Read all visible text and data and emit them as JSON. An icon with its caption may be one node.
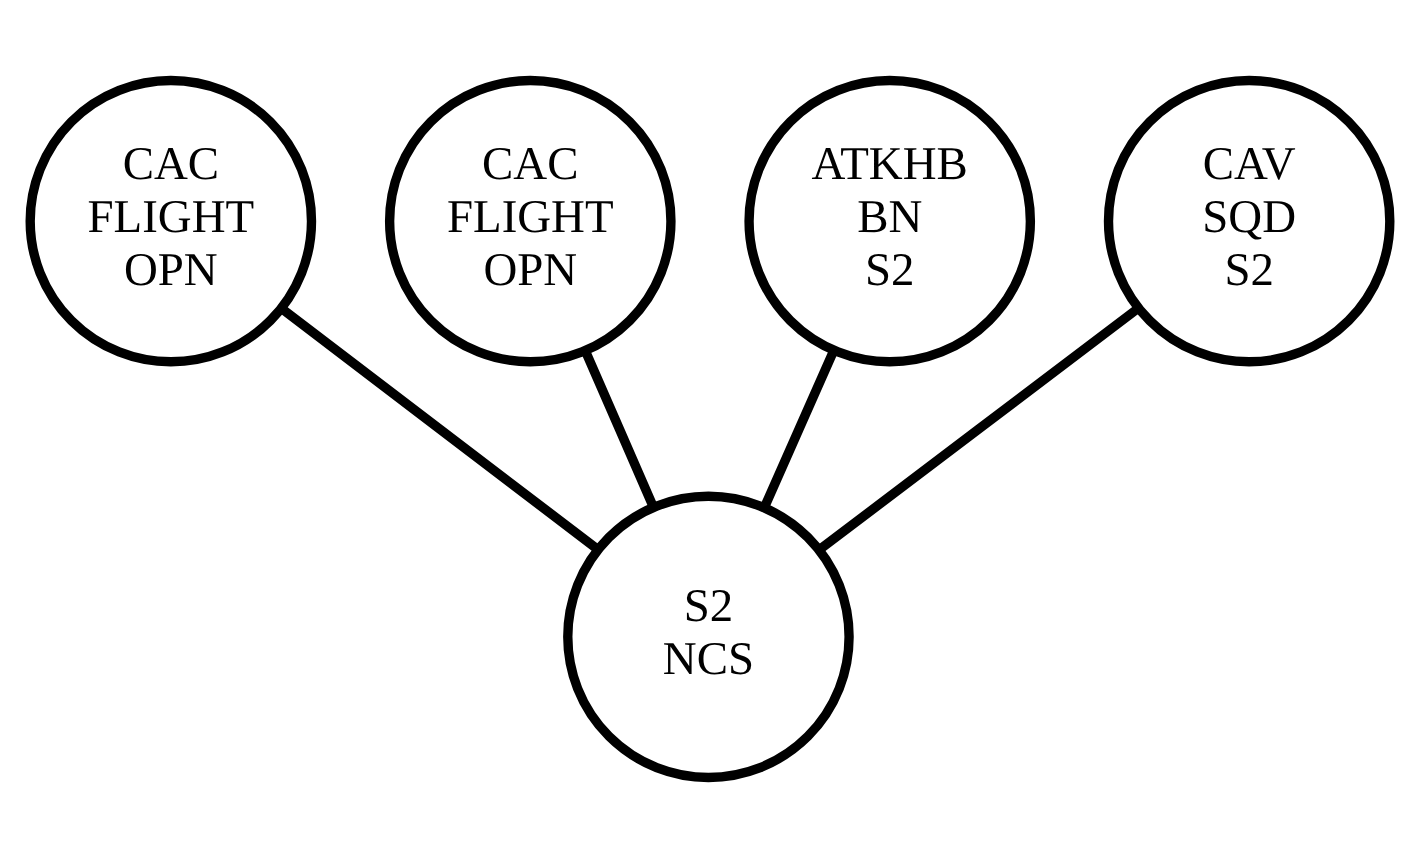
{
  "diagram": {
    "nodes": [
      {
        "text": [
          "CAC FLIGHT OPN"
        ]
      },
      {
        "text": [
          "CAC FLIGHT OPN"
        ]
      },
      {
        "text": [
          "ATKHB BN S2"
        ]
      },
      {
        "text": [
          "CAV SQD S2"
        ]
      },
      {
        "text": [
          "S2 NCS"
        ]
      }
    ],
    "edges": [
      {
        "from": 0,
        "to": 4,
        "arrow": "none"
      },
      {
        "from": 1,
        "to": 4,
        "arrow": "none"
      },
      {
        "from": 2,
        "to": 4,
        "arrow": "none"
      },
      {
        "from": 3,
        "to": 4,
        "arrow": "none"
      }
    ]
  }
}
